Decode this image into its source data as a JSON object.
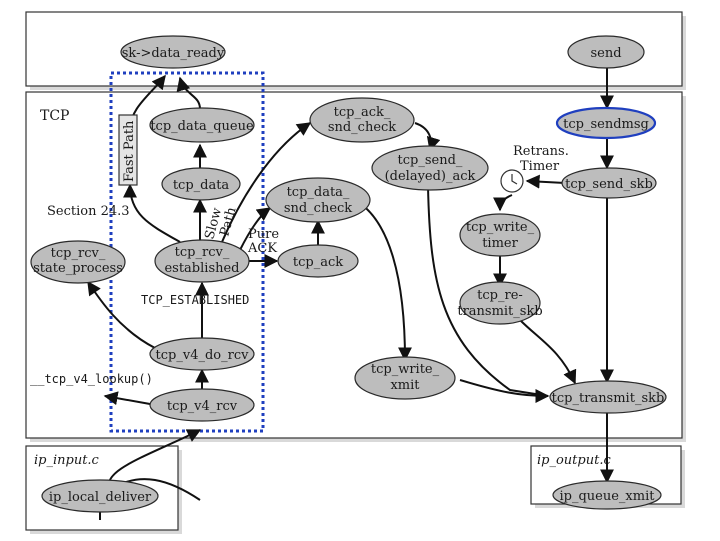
{
  "regions": {
    "tcp": "TCP",
    "ip_input": "ip_input.c",
    "ip_output": "ip_output.c"
  },
  "nodes": {
    "sk_data_ready": [
      "sk->data_ready"
    ],
    "send": [
      "send"
    ],
    "tcp_sendmsg": [
      "tcp_sendmsg"
    ],
    "tcp_data_queue": [
      "tcp_data_queue"
    ],
    "tcp_ack_snd_check": [
      "tcp_ack_",
      "snd_check"
    ],
    "tcp_send_delayed_ack": [
      "tcp_send_",
      "(delayed)_ack"
    ],
    "tcp_send_skb": [
      "tcp_send_skb"
    ],
    "tcp_data": [
      "tcp_data"
    ],
    "tcp_data_snd_check": [
      "tcp_data_",
      "snd_check"
    ],
    "tcp_write_timer": [
      "tcp_write_",
      "timer"
    ],
    "tcp_rcv_state_process": [
      "tcp_rcv_",
      "state_process"
    ],
    "tcp_rcv_established": [
      "tcp_rcv_",
      "established"
    ],
    "tcp_ack": [
      "tcp_ack"
    ],
    "tcp_retransmit_skb": [
      "tcp_re-",
      "transmit_skb"
    ],
    "tcp_v4_do_rcv": [
      "tcp_v4_do_rcv"
    ],
    "tcp_write_xmit": [
      "tcp_write_",
      "xmit"
    ],
    "tcp_v4_rcv": [
      "tcp_v4_rcv"
    ],
    "tcp_transmit_skb": [
      "tcp_transmit_skb"
    ],
    "ip_local_deliver": [
      "ip_local_deliver"
    ],
    "ip_queue_xmit": [
      "ip_queue_xmit"
    ]
  },
  "labels": {
    "fast_path": "Fast Path",
    "slow_path": [
      "Slow",
      "Path"
    ],
    "pure_ack": [
      "Pure",
      "ACK"
    ],
    "retrans_timer": [
      "Retrans.",
      "Timer"
    ],
    "section": "Section 24.3",
    "tcp_established": "TCP_ESTABLISHED",
    "lookup": "__tcp_v4_lookup()"
  },
  "colors": {
    "node_fill": "#bdbdbd",
    "highlight_border": "#1f3fbf",
    "fast_path_box": "#1f3fbf"
  }
}
